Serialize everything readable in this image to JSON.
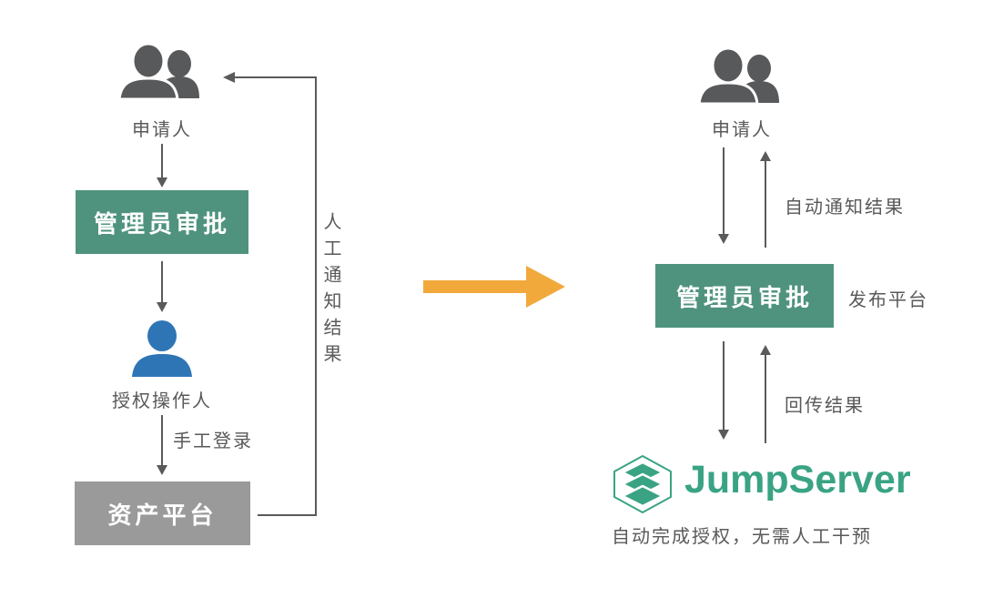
{
  "colors": {
    "box_green": "#4F937E",
    "box_gray": "#9A9A9A",
    "person_icon_gray": "#58595B",
    "person_icon_blue": "#2E75B6",
    "line_gray": "#5A5A5B",
    "transition_arrow_orange": "#F2A93C",
    "text_dark_gray": "#595959",
    "jumpserver_green": "#3AA384"
  },
  "left_flow": {
    "applicant_label": "申请人",
    "approval_box_label": "管理员审批",
    "operator_label": "授权操作人",
    "manual_login_label": "手工登录",
    "asset_platform_label": "资产平台",
    "manual_notify_label": "人工通知结果"
  },
  "right_flow": {
    "applicant_label": "申请人",
    "auto_notify_label": "自动通知结果",
    "approval_box_label": "管理员审批",
    "publish_platform_label": "发布平台",
    "return_result_label": "回传结果",
    "jumpserver_wordmark": "JumpServer",
    "caption": "自动完成授权，无需人工干预"
  },
  "icons": {
    "left_applicant": "users-icon",
    "left_operator": "user-icon",
    "right_applicant": "users-icon",
    "transition": "right-arrow-icon",
    "jumpserver": "jumpserver-logo-icon"
  }
}
